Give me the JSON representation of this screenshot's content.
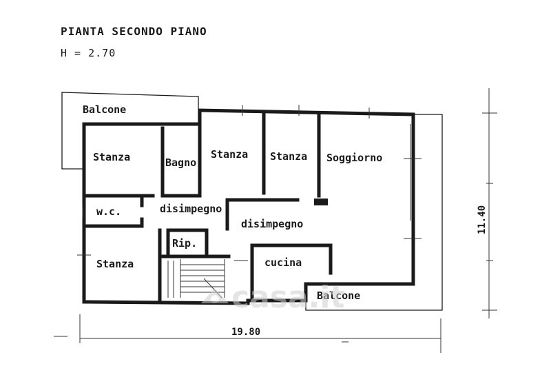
{
  "header": {
    "title": "PIANTA SECONDO PIANO",
    "height_note": "H = 2.70"
  },
  "rooms": {
    "balcone_top": "Balcone",
    "stanza_1": "Stanza",
    "bagno": "Bagno",
    "stanza_2": "Stanza",
    "stanza_3": "Stanza",
    "soggiorno": "Soggiorno",
    "wc": "w.c.",
    "disimpegno_1": "disimpegno",
    "disimpegno_2": "disimpegno",
    "rip": "Rip.",
    "stanza_4": "Stanza",
    "cucina": "cucina",
    "balcone_bottom": "Balcone"
  },
  "dimensions": {
    "width": "19.80",
    "depth": "11.40"
  },
  "watermark": {
    "brand": "casa.it",
    "logo_icon": "house-logo-icon"
  }
}
